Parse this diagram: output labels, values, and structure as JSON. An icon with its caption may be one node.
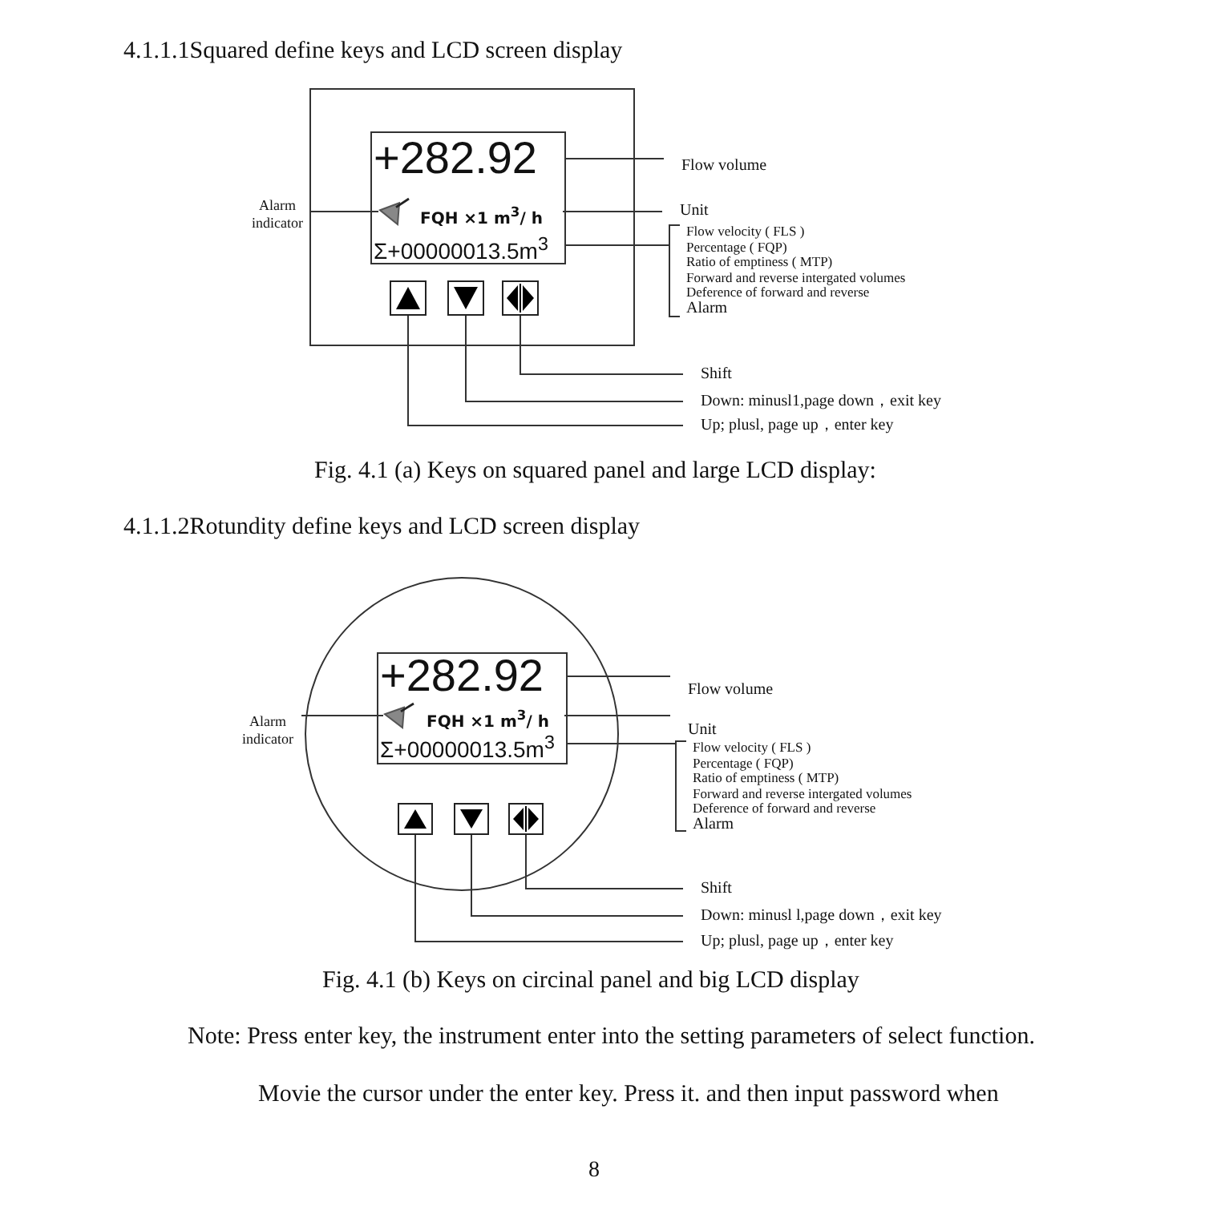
{
  "diagram": {
    "nodes": [
      {
        "text": [],
        "shape": "box"
      },
      {
        "text": [],
        "shape": "box",
        "in": 0
      },
      {
        "text": [
          "+282.92"
        ],
        "in": 1
      },
      {
        "text": [],
        "shape": "speaker",
        "in": 1
      },
      {
        "text": [
          "FQH ×1 m$^{3}$/ h"
        ],
        "in": 1
      },
      {
        "text": [
          "Σ+00000013.5m$^{3}$"
        ],
        "in": 1
      },
      {
        "text": [],
        "shape": "box",
        "in": 0
      },
      {
        "text": [],
        "shape": "box",
        "in": 0
      },
      {
        "text": [],
        "shape": "box",
        "in": 0
      },
      {
        "text": [
          "Alarm indicator"
        ]
      },
      {
        "text": [
          "Flow volume"
        ]
      },
      {
        "text": [
          "Unit"
        ]
      },
      {
        "text": [
          "Flow velocity ( FLS )",
          "Percentage ( FQP)",
          "Ratio of emptiness ( MTP)",
          "Forward and reverse intergated volumes",
          "Deference of forward and reverse",
          "Alarm"
        ]
      },
      {
        "text": [
          "Shift"
        ]
      },
      {
        "text": [
          "Down: minusl1,page down，exit key"
        ]
      },
      {
        "text": [
          "Up; plusl, page up，enter key"
        ]
      },
      {
        "text": [],
        "shape": "circle"
      },
      {
        "text": [],
        "shape": "box",
        "in": 16
      },
      {
        "text": [
          "+282.92"
        ],
        "in": 17
      },
      {
        "text": [],
        "shape": "speaker",
        "in": 17
      },
      {
        "text": [
          "FQH ×1 m$^{3}$/ h"
        ],
        "in": 17
      },
      {
        "text": [
          "Σ+00000013.5m$^{3}$"
        ],
        "in": 17
      },
      {
        "text": [],
        "shape": "box",
        "in": 16
      },
      {
        "text": [],
        "shape": "box",
        "in": 16
      },
      {
        "text": [],
        "shape": "box",
        "in": 16
      },
      {
        "text": [
          "Alarm indicator"
        ]
      },
      {
        "text": [
          "Flow volume"
        ]
      },
      {
        "text": [
          "Unit"
        ]
      },
      {
        "text": [
          "Flow velocity ( FLS )",
          "Percentage ( FQP)",
          "Ratio of emptiness ( MTP)",
          "Forward and reverse intergated volumes",
          "Deference of forward and reverse",
          "Alarm"
        ]
      },
      {
        "text": [
          "Shift"
        ]
      },
      {
        "text": [
          "Down: minusl l,page down，exit key"
        ]
      },
      {
        "text": [
          "Up; plusl, page up，enter key"
        ]
      }
    ],
    "edges": [
      {
        "from": 9,
        "to": 3,
        "arrow": "none"
      },
      {
        "from": 10,
        "to": 2,
        "arrow": "none"
      },
      {
        "from": 11,
        "to": 4,
        "arrow": "none"
      },
      {
        "from": 12,
        "to": 5,
        "arrow": "none"
      },
      {
        "from": 13,
        "to": 8,
        "arrow": "none"
      },
      {
        "from": 14,
        "to": 7,
        "arrow": "none"
      },
      {
        "from": 15,
        "to": 6,
        "arrow": "none"
      },
      {
        "from": 25,
        "to": 19,
        "arrow": "none"
      },
      {
        "from": 26,
        "to": 18,
        "arrow": "none"
      },
      {
        "from": 27,
        "to": 20,
        "arrow": "none"
      },
      {
        "from": 28,
        "to": 21,
        "arrow": "none"
      },
      {
        "from": 29,
        "to": 24,
        "arrow": "none"
      },
      {
        "from": 30,
        "to": 23,
        "arrow": "none"
      },
      {
        "from": 31,
        "to": 22,
        "arrow": "none"
      }
    ],
    "labels": [
      "4.1.1.1Squared define keys and LCD screen display",
      "Fig. 4.1    (a) Keys on squared panel and large LCD display:",
      "4.1.1.2Rotundity define keys and LCD screen display",
      "Fig. 4.1 (b) Keys on circinal panel and big LCD display",
      "Note: Press enter key, the instrument enter into the setting parameters of select function.",
      "Movie the cursor under the enter key. Press it. and then input password when",
      "8"
    ]
  }
}
